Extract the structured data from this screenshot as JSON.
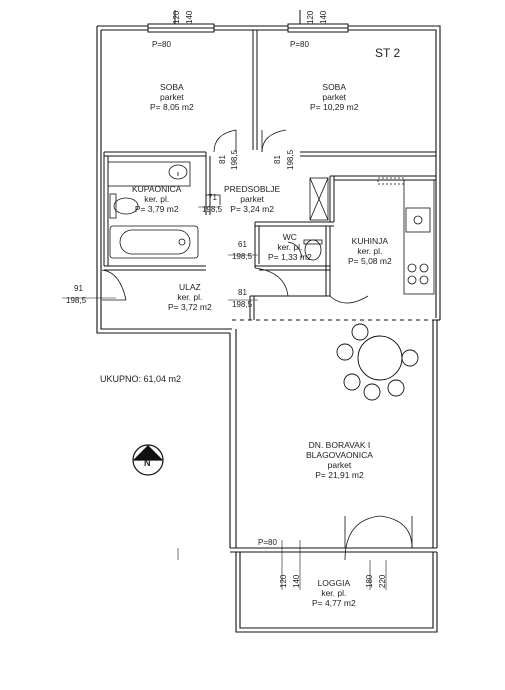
{
  "plan": {
    "apartment_label": "ST 2",
    "total_area": "UKUPNO: 61,04 m2",
    "compass_letter": "N",
    "rooms": {
      "soba1": {
        "name": "SOBA",
        "floor": "parket",
        "area": "P= 8,05 m2"
      },
      "soba2": {
        "name": "SOBA",
        "floor": "parket",
        "area": "P= 10,29 m2"
      },
      "kupaonica": {
        "name": "KUPAONICA",
        "floor": "ker. pl.",
        "area": "P= 3,79 m2"
      },
      "predsoblje": {
        "name": "PREDSOBLJE",
        "floor": "parket",
        "area": "P= 3,24 m2"
      },
      "wc": {
        "name": "WC",
        "floor": "ker. pl.",
        "area": "P= 1,33 m2"
      },
      "kuhinja": {
        "name": "KUHINJA",
        "floor": "ker. pl.",
        "area": "P= 5,08 m2"
      },
      "ulaz": {
        "name": "ULAZ",
        "floor": "ker. pl.",
        "area": "P= 3,72 m2"
      },
      "boravak": {
        "name_line1": "DN. BORAVAK I",
        "name_line2": "BLAGOVAONICA",
        "floor": "parket",
        "area": "P= 21,91 m2"
      },
      "loggia": {
        "name": "LOGGIA",
        "floor": "ker. pl.",
        "area": "P= 4,77 m2"
      }
    },
    "dimensions": {
      "win1_p": "P=80",
      "win2_p": "P=80",
      "win3_p": "P=80",
      "win1_h1": "120",
      "win1_h2": "140",
      "win2_h1": "120",
      "win2_h2": "140",
      "loggia_h1": "120",
      "loggia_h2": "140",
      "loggia_h3": "180",
      "loggia_h4": "220",
      "door_soba1_w": "81",
      "door_soba1_h": "198,5",
      "door_soba2_w": "81",
      "door_soba2_h": "198,5",
      "door_kup_w": "71",
      "door_kup_h": "198,5",
      "door_wc_w": "61",
      "door_wc_h": "198,5",
      "door_ulaz_w": "81",
      "door_ulaz_h": "198,5",
      "door_entry_w": "91",
      "door_entry_h": "198,5"
    }
  }
}
